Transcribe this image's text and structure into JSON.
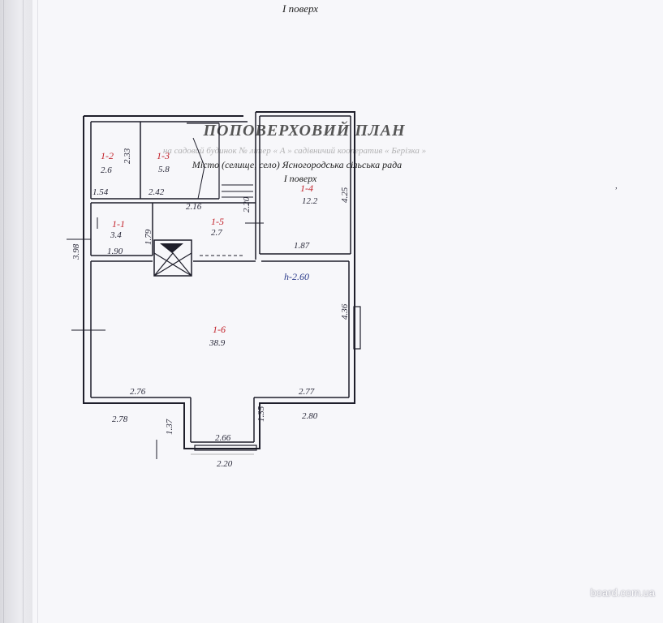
{
  "header": {
    "top_floor_label": "I поверх",
    "title": "ПОПОВЕРХОВИЙ ПЛАН",
    "ghost_subtitle": "на садовий будинок № літер « А » садівничий кооператив « Берізка »",
    "place_line": "Місто (селище, село) Ясногородська сільська рада",
    "floor_label": "I поверх"
  },
  "rooms": [
    {
      "id": "1-1",
      "area": "3.4"
    },
    {
      "id": "1-2",
      "area": "2.6"
    },
    {
      "id": "1-3",
      "area": "5.8"
    },
    {
      "id": "1-4",
      "area": "12.2"
    },
    {
      "id": "1-5",
      "area": "2.7"
    },
    {
      "id": "1-6",
      "area": "38.9"
    }
  ],
  "height_note": "h-2.60",
  "dimensions": {
    "d_154": "1.54",
    "d_242": "2.42",
    "d_216": "2.16",
    "d_233": "2.33",
    "d_220_v": "2.20",
    "d_425": "4.25",
    "d_187": "1.87",
    "d_190": "1.90",
    "d_179": "1.79",
    "d_398": "3.98",
    "d_436": "4.36",
    "d_276": "2.76",
    "d_277": "2.77",
    "d_278": "2.78",
    "d_280": "2.80",
    "d_137": "1.37",
    "d_135": "1.35",
    "d_266": "2.66",
    "d_220": "2.20"
  },
  "watermark": "board.com.ua",
  "colors": {
    "ink": "#2a2a3a",
    "room_label": "#c3232b",
    "height_note": "#2a3a8a"
  }
}
